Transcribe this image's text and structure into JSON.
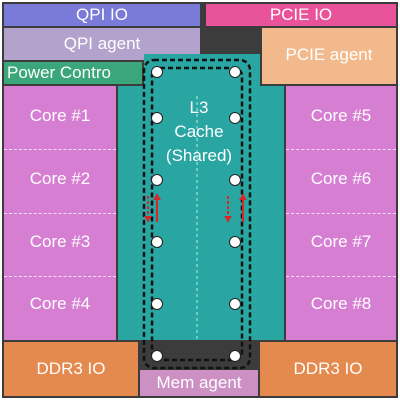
{
  "blocks": {
    "qpi_io": "QPI IO",
    "pcie_io": "PCIE IO",
    "qpi_agent": "QPI agent",
    "pcie_agent": "PCIE agent",
    "power_control": "Power Contro",
    "l3_cache": [
      "L3",
      "Cache",
      "(Shared)"
    ],
    "mem_agent": "Mem agent",
    "ddr3_io_left": "DDR3 IO",
    "ddr3_io_right": "DDR3 IO"
  },
  "cores_left": [
    "Core #1",
    "Core #2",
    "Core #3",
    "Core #4"
  ],
  "cores_right": [
    "Core #5",
    "Core #6",
    "Core #7",
    "Core #8"
  ],
  "colors": {
    "qpi_io": "#7a7ad8",
    "pcie_io": "#e8539a",
    "qpi_agent": "#b3a3cc",
    "pcie_agent": "#f2b98c",
    "power_control": "#3aa67a",
    "core": "#d67ed2",
    "l3_cache": "#2aa6a2",
    "mem_agent": "#cc90c2",
    "ddr3_io": "#e58a4e",
    "ring_arrows": "#d9262a"
  }
}
